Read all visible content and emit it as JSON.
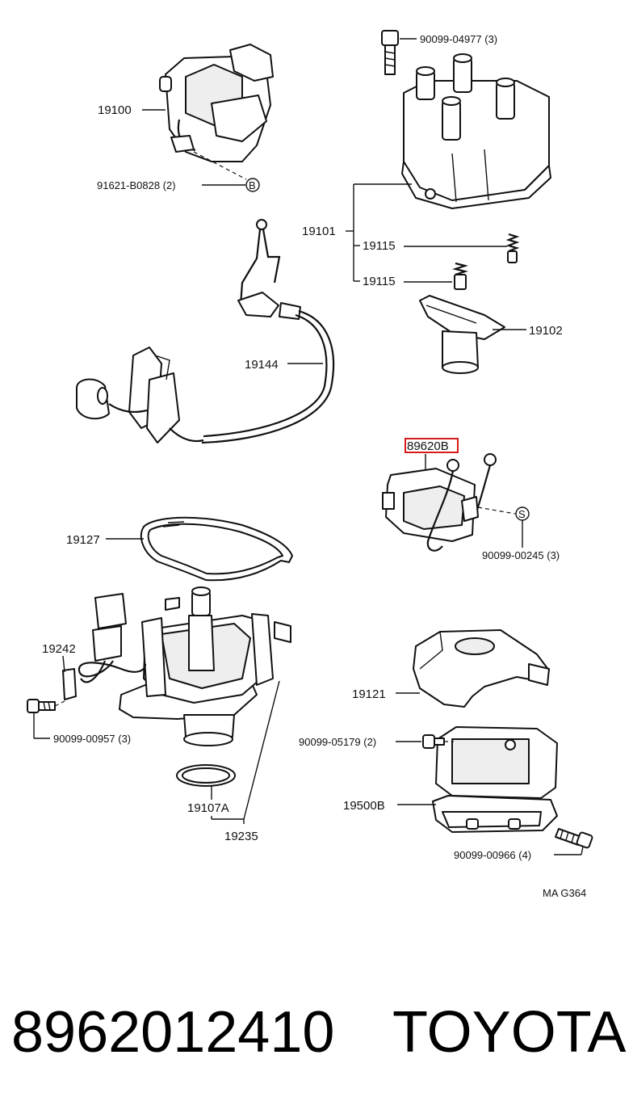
{
  "labels": {
    "p19100": "19100",
    "p91621": "91621-B0828 (2)",
    "sym_b": "B",
    "p90099_04977": "90099-04977 (3)",
    "p19101": "19101",
    "p19115a": "19115",
    "p19115b": "19115",
    "p19102": "19102",
    "p19144": "19144",
    "p89620B": "89620B",
    "sym_s": "S",
    "p90099_00245": "90099-00245 (3)",
    "p19127": "19127",
    "p19242": "19242",
    "p90099_00957": "90099-00957 (3)",
    "p19121": "19121",
    "p90099_05179": "90099-05179 (2)",
    "p19500B": "19500B",
    "p19107A": "19107A",
    "p19235": "19235",
    "p90099_00966": "90099-00966 (4)",
    "drawing_code": "MA G364"
  },
  "footer": {
    "part_number": "8962012410",
    "brand": "TOYOTA"
  },
  "colors": {
    "highlight": "#d81b1b",
    "ink": "#111111"
  }
}
